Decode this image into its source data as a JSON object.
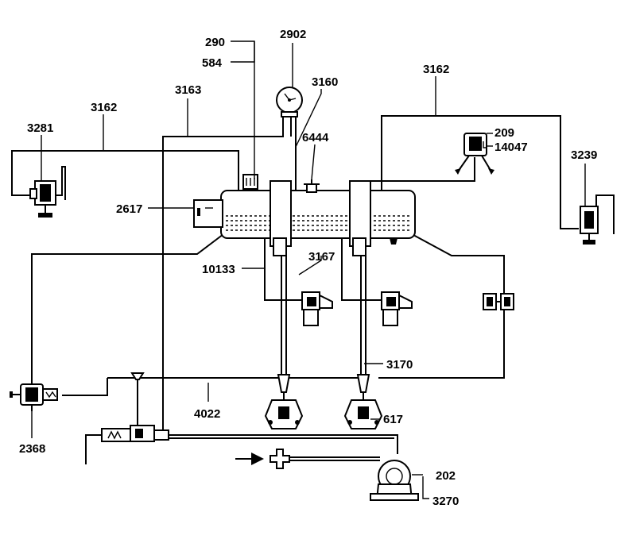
{
  "labels": {
    "l290": "290",
    "l584": "584",
    "l2902": "2902",
    "l3163": "3163",
    "l3160": "3160",
    "l3162_left": "3162",
    "l3162_right": "3162",
    "l3281": "3281",
    "l6444": "6444",
    "l209": "209",
    "l14047": "14047",
    "l3239": "3239",
    "l2617": "2617",
    "l3167": "3167",
    "l10133": "10133",
    "l3170": "3170",
    "l4022": "4022",
    "l617": "617",
    "l2368": "2368",
    "l202": "202",
    "l3270": "3270"
  }
}
